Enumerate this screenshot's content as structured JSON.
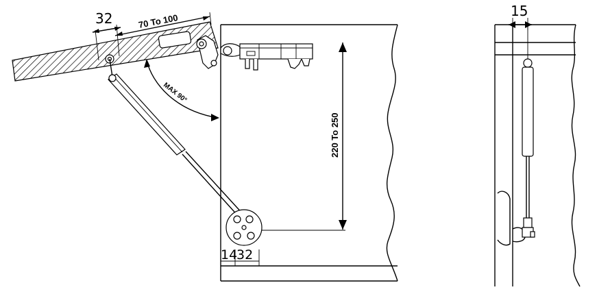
{
  "labels": {
    "hole_spacing_top": "32",
    "offset_range": "70 To 100",
    "max_angle": "MAX 90°",
    "height_range": "220 To 250",
    "bottom_offset_a": "14",
    "bottom_offset_b": "32",
    "side_width": "15"
  }
}
